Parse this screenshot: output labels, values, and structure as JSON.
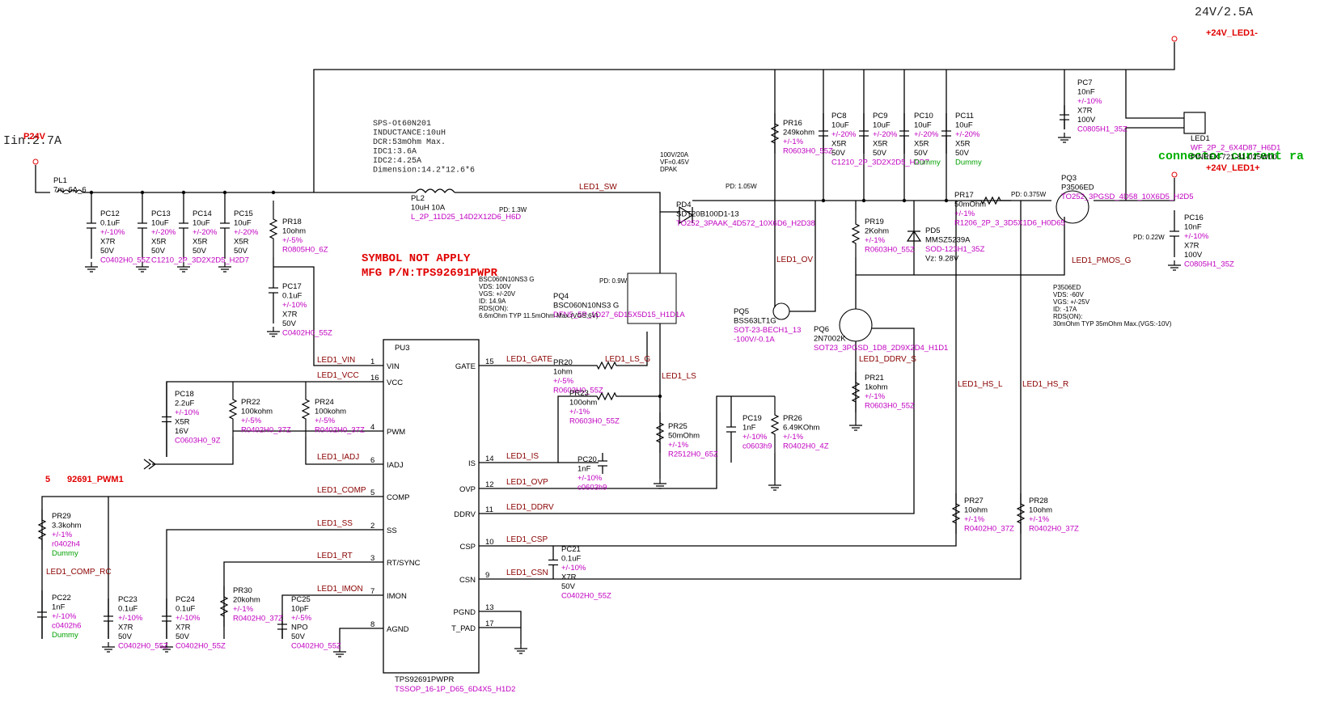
{
  "header": {
    "rating": "24V/2.5A",
    "iin": "Iin:2.7A",
    "connector_note": "connector current ra"
  },
  "power_ports": {
    "p24v": "P24V",
    "led_minus": "+24V_LED1-",
    "led_plus": "+24V_LED1+"
  },
  "notes": {
    "symbol": "SYMBOL NOT APPLY",
    "mfg": "MFG  P/N:TPS92691PWPR"
  },
  "inductor_spec": [
    "SPS-Ot60N201",
    "INDUCTANCE:10uH",
    "DCR:53mOhm  Max.",
    "IDC1:3.6A",
    "IDC2:4.25A",
    "Dimension:14.2*12.6*6"
  ],
  "diode_spec": [
    "100V/20A",
    "VF=0.45V",
    "DPAK"
  ],
  "mosfet_spec": [
    "BSC060N10NS3 G",
    "VDS: 100V",
    "VGS: +/-20V",
    "ID: 14.9A",
    "RDS(ON):",
    "6.6mOhm TYP 11.5mOhm Max.(VGS:6V)"
  ],
  "pmos_spec": [
    "P3506ED",
    "VDS: -60V",
    "VGS: +/-25V",
    "ID: -17A",
    "RDS(ON):",
    "30mOhm TYP 35mOhm Max.(VGS:-10V)"
  ],
  "pd": {
    "pl2": "PD: 1.3W",
    "pd4": "PD: 1.05W",
    "pq4": "PD: 0.9W",
    "pr17": "PD: 0.375W",
    "pq3": "PD: 0.22W"
  },
  "ic": {
    "ref": "PU3",
    "part": "TPS92691PWPR",
    "footprint": "TSSOP_16-1P_D65_6D4X5_H1D2",
    "left_pins": [
      {
        "num": "1",
        "name": "VIN"
      },
      {
        "num": "16",
        "name": "VCC"
      },
      {
        "num": "4",
        "name": "PWM"
      },
      {
        "num": "6",
        "name": "IADJ"
      },
      {
        "num": "5",
        "name": "COMP"
      },
      {
        "num": "2",
        "name": "SS"
      },
      {
        "num": "3",
        "name": "RT/SYNC"
      },
      {
        "num": "7",
        "name": "IMON"
      },
      {
        "num": "8",
        "name": "AGND"
      }
    ],
    "right_pins": [
      {
        "num": "15",
        "name": "GATE"
      },
      {
        "num": "14",
        "name": "IS"
      },
      {
        "num": "12",
        "name": "OVP"
      },
      {
        "num": "11",
        "name": "DDRV"
      },
      {
        "num": "10",
        "name": "CSP"
      },
      {
        "num": "9",
        "name": "CSN"
      },
      {
        "num": "13",
        "name": "PGND"
      },
      {
        "num": "17",
        "name": "T_PAD"
      }
    ]
  },
  "nets": {
    "vin": "LED1_VIN",
    "vcc": "LED1_VCC",
    "iadj": "LED1_IADJ",
    "comp": "LED1_COMP",
    "ss": "LED1_SS",
    "rt": "LED1_RT",
    "imon": "LED1_IMON",
    "gate": "LED1_GATE",
    "is": "LED1_IS",
    "ovp": "LED1_OVP",
    "ddrv": "LED1_DDRV",
    "csp": "LED1_CSP",
    "csn": "LED1_CSN",
    "sw": "LED1_SW",
    "ls": "LED1_LS",
    "ls_g": "LED1_LS_G",
    "ov": "LED1_OV",
    "pmos_g": "LED1_PMOS_G",
    "hs_l": "LED1_HS_L",
    "hs_r": "LED1_HS_R",
    "comp_rc": "LED1_COMP_RC",
    "ddrv_s": "LED1_DDRV_S"
  },
  "pwm_port": {
    "num": "5",
    "name": "92691_PWM1"
  },
  "components": {
    "PL1": [
      "PL1",
      "7m_6A_6"
    ],
    "PC12": [
      "PC12",
      "0.1uF",
      "+/-10%",
      "X7R",
      "50V",
      "C0402H0_55Z"
    ],
    "PC13": [
      "PC13",
      "10uF",
      "+/-20%",
      "X5R",
      "50V",
      "C1210_2P_3D2X2D5_H2D7"
    ],
    "PC14": [
      "PC14",
      "10uF",
      "+/-20%",
      "X5R",
      "50V"
    ],
    "PC15": [
      "PC15",
      "10uF",
      "+/-20%",
      "X5R",
      "50V"
    ],
    "PR18": [
      "PR18",
      "10ohm",
      "+/-5%",
      "R0805H0_6Z"
    ],
    "PC17": [
      "PC17",
      "0.1uF",
      "+/-10%",
      "X7R",
      "50V",
      "C0402H0_55Z"
    ],
    "PL2": [
      "PL2",
      "10uH 10A",
      "L_2P_11D25_14D2X12D6_H6D"
    ],
    "PD4": [
      "PD4",
      "SDT20B100D1-13",
      "TO252_3PAAK_4D572_10X6D6_H2D38"
    ],
    "PQ4": [
      "PQ4",
      "BSC060N10NS3 G",
      "DFN5_5P_1D27_6D15X5D15_H1D1A"
    ],
    "PR20": [
      "PR20",
      "1ohm",
      "+/-5%",
      "R0603H0_55Z"
    ],
    "PR23": [
      "PR23",
      "100ohm",
      "+/-1%",
      "R0603H0_55Z"
    ],
    "PR25": [
      "PR25",
      "50mOhm",
      "+/-1%",
      "R2512H0_65Z"
    ],
    "PC20": [
      "PC20",
      "1nF",
      "+/-10%",
      "c0603h9"
    ],
    "PC19": [
      "PC19",
      "1nF",
      "+/-10%",
      "c0603h9"
    ],
    "PR26": [
      "PR26",
      "6.49KOhm",
      "+/-1%",
      "R0402H0_4Z"
    ],
    "PR16": [
      "PR16",
      "249kohm",
      "+/-1%",
      "R0603H0_55Z"
    ],
    "PQ5": [
      "PQ5",
      "BSS63LT1G",
      "SOT-23-BECH1_13",
      "-100V/-0.1A"
    ],
    "PC8": [
      "PC8",
      "10uF",
      "+/-20%",
      "X5R",
      "50V",
      "C1210_2P_3D2X2D5_H2D7"
    ],
    "PC9": [
      "PC9",
      "10uF",
      "+/-20%",
      "X5R",
      "50V"
    ],
    "PC10": [
      "PC10",
      "10uF",
      "+/-20%",
      "X5R",
      "50V",
      "Dummy"
    ],
    "PC11": [
      "PC11",
      "10uF",
      "+/-20%",
      "X5R",
      "50V",
      "Dummy"
    ],
    "PR19": [
      "PR19",
      "2Kohm",
      "+/-1%",
      "R0603H0_55Z"
    ],
    "PD5": [
      "PD5",
      "MMSZ5239A",
      "SOD-123H1_35Z",
      "Vz: 9.28V"
    ],
    "PQ6": [
      "PQ6",
      "2N7002K",
      "SOT23_3PGSD_1D8_2D9X2D4_H1D1"
    ],
    "PR21": [
      "PR21",
      "1kohm",
      "+/-1%",
      "R0603H0_55Z"
    ],
    "PR17": [
      "PR17",
      "50mOhm",
      "+/-1%",
      "R1206_2P_3_3D5X1D6_H0D65"
    ],
    "PQ3": [
      "PQ3",
      "P3506ED",
      "TO252_3PGSD_4D58_10X6D5_H2D5"
    ],
    "PC7": [
      "PC7",
      "10nF",
      "+/-10%",
      "X7R",
      "100V",
      "C0805H1_35Z"
    ],
    "PC16": [
      "PC16",
      "10nF",
      "+/-10%",
      "X7R",
      "100V",
      "C0805H1_35Z"
    ],
    "LED1": [
      "LED1",
      "WF_2P_2_6X4D87_H6D1",
      "PINREX-721-81-025W00"
    ],
    "PR27": [
      "PR27",
      "10ohm",
      "+/-1%",
      "R0402H0_37Z"
    ],
    "PR28": [
      "PR28",
      "10ohm",
      "+/-1%",
      "R0402H0_37Z"
    ],
    "PC21": [
      "PC21",
      "0.1uF",
      "+/-10%",
      "X7R",
      "50V",
      "C0402H0_55Z"
    ],
    "PC18": [
      "PC18",
      "2.2uF",
      "+/-10%",
      "X5R",
      "16V",
      "C0603H0_9Z"
    ],
    "PR22": [
      "PR22",
      "100kohm",
      "+/-5%",
      "R0402H0_37Z"
    ],
    "PR24": [
      "PR24",
      "100kohm",
      "+/-5%",
      "R0402H0_37Z"
    ],
    "PR29": [
      "PR29",
      "3.3kohm",
      "+/-1%",
      "r0402h4",
      "Dummy"
    ],
    "PC22": [
      "PC22",
      "1nF",
      "+/-10%",
      "c0402h6",
      "Dummy"
    ],
    "PC23": [
      "PC23",
      "0.1uF",
      "+/-10%",
      "X7R",
      "50V",
      "C0402H0_55Z"
    ],
    "PC24": [
      "PC24",
      "0.1uF",
      "+/-10%",
      "X7R",
      "50V",
      "C0402H0_55Z"
    ],
    "PR30": [
      "PR30",
      "20kohm",
      "+/-1%",
      "R0402H0_37Z"
    ],
    "PC25": [
      "PC25",
      "10pF",
      "+/-5%",
      "NPO",
      "50V",
      "C0402H0_55Z"
    ]
  }
}
